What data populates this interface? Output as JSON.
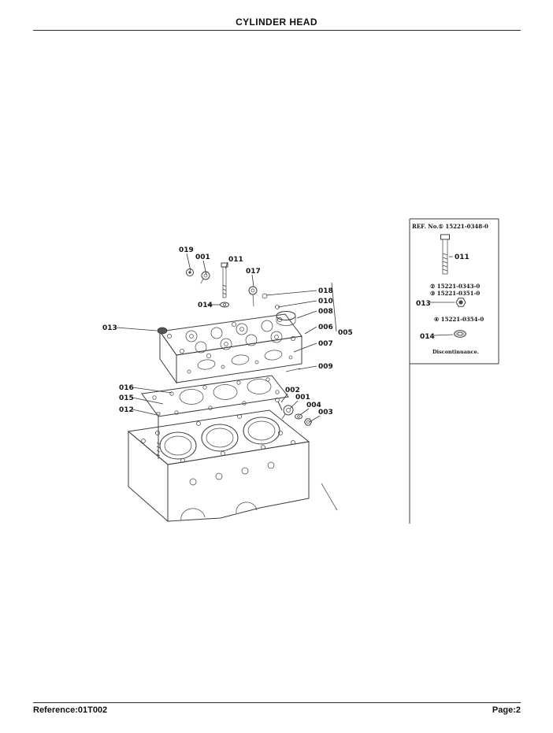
{
  "header": {
    "title": "CYLINDER HEAD"
  },
  "footer": {
    "reference": "Reference:01T002",
    "page": "Page:2"
  },
  "diagram": {
    "callouts": [
      {
        "id": "019",
        "label": "019"
      },
      {
        "id": "001",
        "label": "001"
      },
      {
        "id": "011",
        "label": "011"
      },
      {
        "id": "017",
        "label": "017"
      },
      {
        "id": "018",
        "label": "018"
      },
      {
        "id": "010",
        "label": "010"
      },
      {
        "id": "008",
        "label": "008"
      },
      {
        "id": "006",
        "label": "006"
      },
      {
        "id": "005",
        "label": "005"
      },
      {
        "id": "007",
        "label": "007"
      },
      {
        "id": "009",
        "label": "009"
      },
      {
        "id": "014",
        "label": "014"
      },
      {
        "id": "013",
        "label": "013"
      },
      {
        "id": "016",
        "label": "016"
      },
      {
        "id": "015",
        "label": "015"
      },
      {
        "id": "012",
        "label": "012"
      },
      {
        "id": "002",
        "label": "002"
      },
      {
        "id": "001",
        "label": "001"
      },
      {
        "id": "004",
        "label": "004"
      },
      {
        "id": "003",
        "label": "003"
      }
    ]
  },
  "ref_panel": {
    "header": "REF. No.① 15221-0348-0",
    "bolt_label": "011",
    "part_no_2": "② 15221-0343-0",
    "part_no_3": "③ 15221-0351-0",
    "nut_label": "013",
    "part_no_4": "④ 15221-0354-0",
    "washer_label": "014",
    "note": "Discontinuance."
  }
}
